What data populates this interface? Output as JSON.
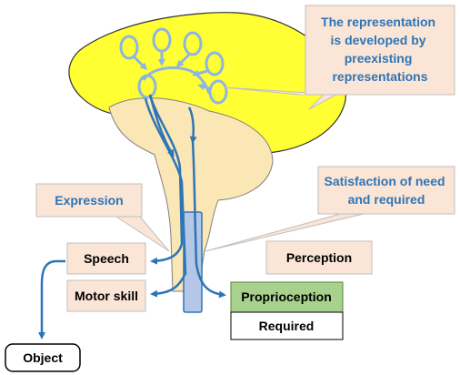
{
  "callouts": {
    "representation": [
      "The representation",
      "is developed by",
      "preexisting",
      "representations"
    ],
    "satisfaction": [
      "Satisfaction of need",
      "and required"
    ],
    "expression": "Expression"
  },
  "boxes": {
    "speech": "Speech",
    "motor_skill": "Motor skill",
    "perception": "Perception",
    "proprioception": "Proprioception",
    "required": "Required",
    "object": "Object"
  },
  "colors": {
    "cortex_fill": "#ffff33",
    "brainstem_fill": "#fbe7b5",
    "spinal_cord_fill": "#b4c7e7",
    "arrow": "#2e75b6",
    "arrow_light": "#8eb4e3",
    "callout_blue_text": "#2e75b6",
    "callout_fill": "#fbe5d6",
    "proprioception_fill": "#a9d18e"
  }
}
